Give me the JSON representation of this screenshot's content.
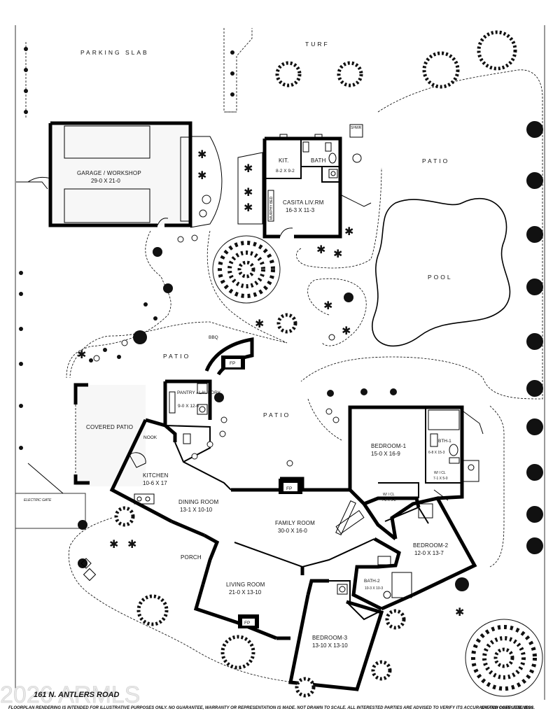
{
  "areas": {
    "parking": "PARKING SLAB",
    "turf": "TURF",
    "patio_top": "PATIO",
    "pool": "POOL",
    "patio_left": "PATIO",
    "patio_center": "PATIO",
    "porch": "PORCH",
    "bbq": "BBQ",
    "electric_gate": "ELECTRIC GATE",
    "shower": "SHWR"
  },
  "rooms": {
    "garage": {
      "name": "GARAGE / WORKSHOP",
      "dims": "29-0 X 21-0"
    },
    "kitchenette": {
      "name": "KIT.",
      "dims": "8-2 X 9-2"
    },
    "casita_bath": {
      "name": "BATH"
    },
    "casita_living": {
      "name": "CASITA LIV.RM",
      "dims": "16-3 X 11-3"
    },
    "murphy_bed": {
      "name": "MURPHY BED"
    },
    "pantry": {
      "name": "PANTRY / LAUNDRY",
      "dims": "9-0 X 12-0"
    },
    "covered_patio": {
      "name": "COVERED PATIO"
    },
    "nook": {
      "name": "NOOK"
    },
    "kitchen": {
      "name": "KITCHEN",
      "dims": "10-6 X 17"
    },
    "dining": {
      "name": "DINING ROOM",
      "dims": "13-1 X 10-10"
    },
    "family": {
      "name": "FAMILY ROOM",
      "dims": "30-0 X 16-0"
    },
    "living": {
      "name": "LIVING ROOM",
      "dims": "21-0 X 13-10"
    },
    "bedroom1": {
      "name": "BEDROOM-1",
      "dims": "15-0 X 16-9"
    },
    "bath1": {
      "name": "BTH-1",
      "dims": "6-8 X 15-3"
    },
    "wic1": {
      "name": "W/ I CL",
      "dims": "7-1 X 5-0"
    },
    "wic2": {
      "name": "W/ I CL",
      "dims": "7-8 X 5-8"
    },
    "bedroom2": {
      "name": "BEDROOM-2",
      "dims": "12-0 X 13-7"
    },
    "bath2": {
      "name": "BATH-2",
      "dims": "10-3 X 10-3"
    },
    "bedroom3": {
      "name": "BEDROOM-3",
      "dims": "13-10 X 13-10"
    }
  },
  "fireplace": "FP",
  "footer": {
    "address": "161 N. ANTLERS ROAD",
    "disclaimer": "FLOORPLAN RENDERING IS INTENDED FOR ILLUSTRATIVE PURPOSES ONLY.  NO GUARANTEE, WARRANTY OR REPRESENTATION IS MADE.  NOT DRAWN TO SCALE.  ALL INTERESTED PARTIES ARE ADVISED TO VERIFY ITS ACCURACY AND COMPLETENESS.",
    "sketch_date": "SKETCH DATE:  FEB. 2026"
  },
  "watermark": "2026 ARMLS",
  "colors": {
    "ink": "#000000",
    "fill": "#f7f7f7",
    "watermark": "#e8e8e8"
  }
}
